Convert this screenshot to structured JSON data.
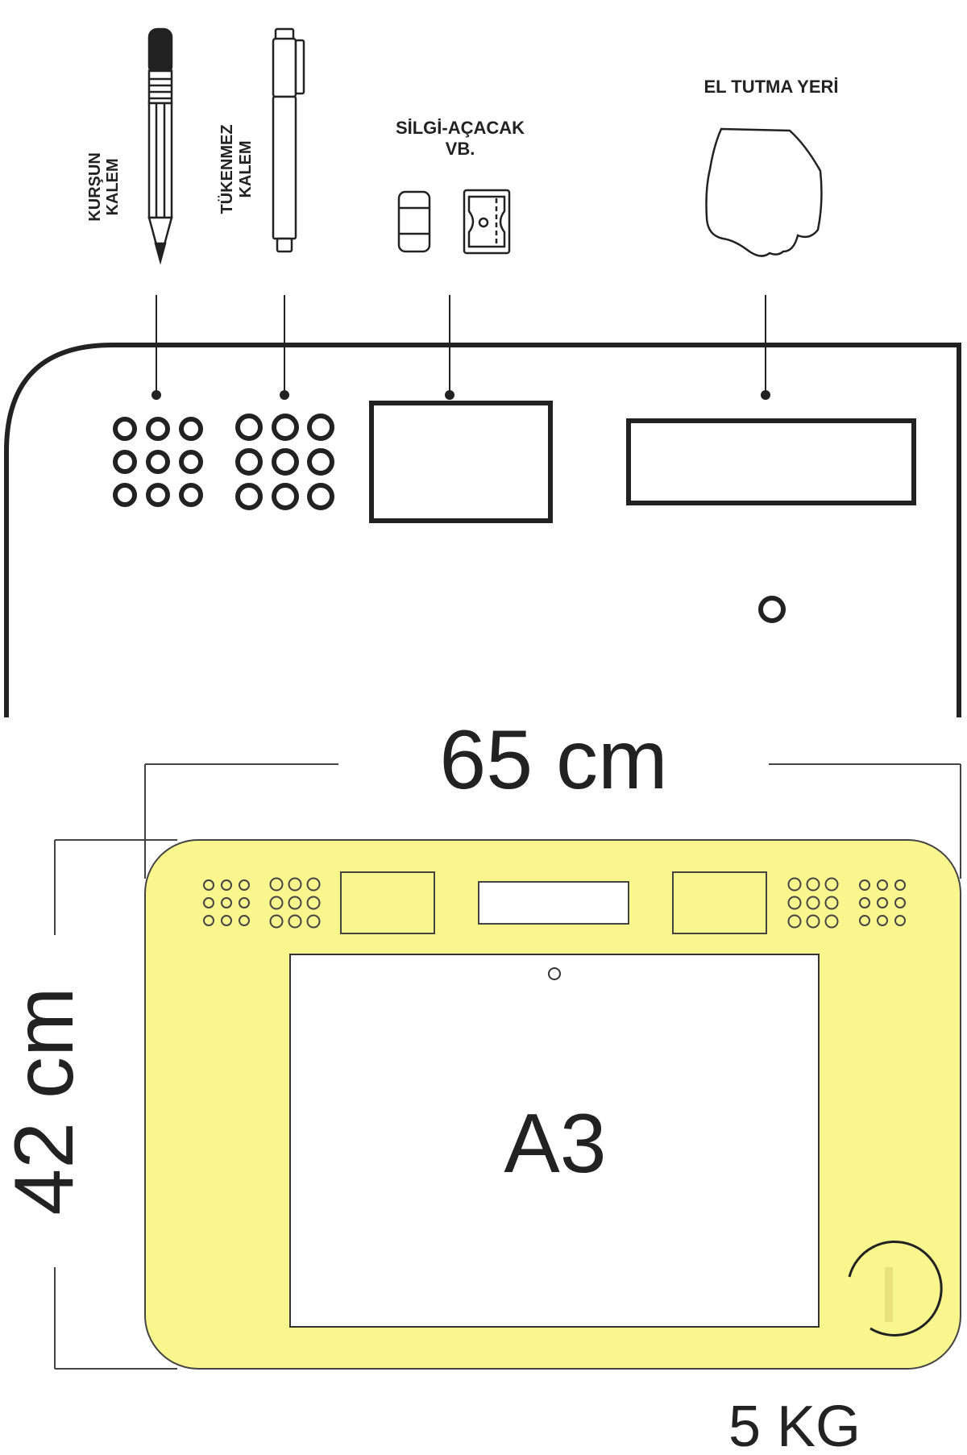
{
  "top_view": {
    "labels": {
      "pencil": [
        "KURŞUN",
        "KALEM"
      ],
      "pen": [
        "TÜKENMEZ",
        "KALEM"
      ],
      "eraser": [
        "SİLGİ-AÇACAK",
        "VB."
      ],
      "handle": "EL TUTMA YERİ"
    }
  },
  "dimensions": {
    "width": "65 cm",
    "height": "42 cm",
    "weight": "5 KG"
  },
  "board": {
    "paper_label": "A3",
    "fill_color": "#faf68e",
    "line_color": "#222222"
  },
  "icons": [
    "pencil-icon",
    "pen-icon",
    "eraser-icon",
    "sharpener-icon",
    "hand-icon"
  ]
}
